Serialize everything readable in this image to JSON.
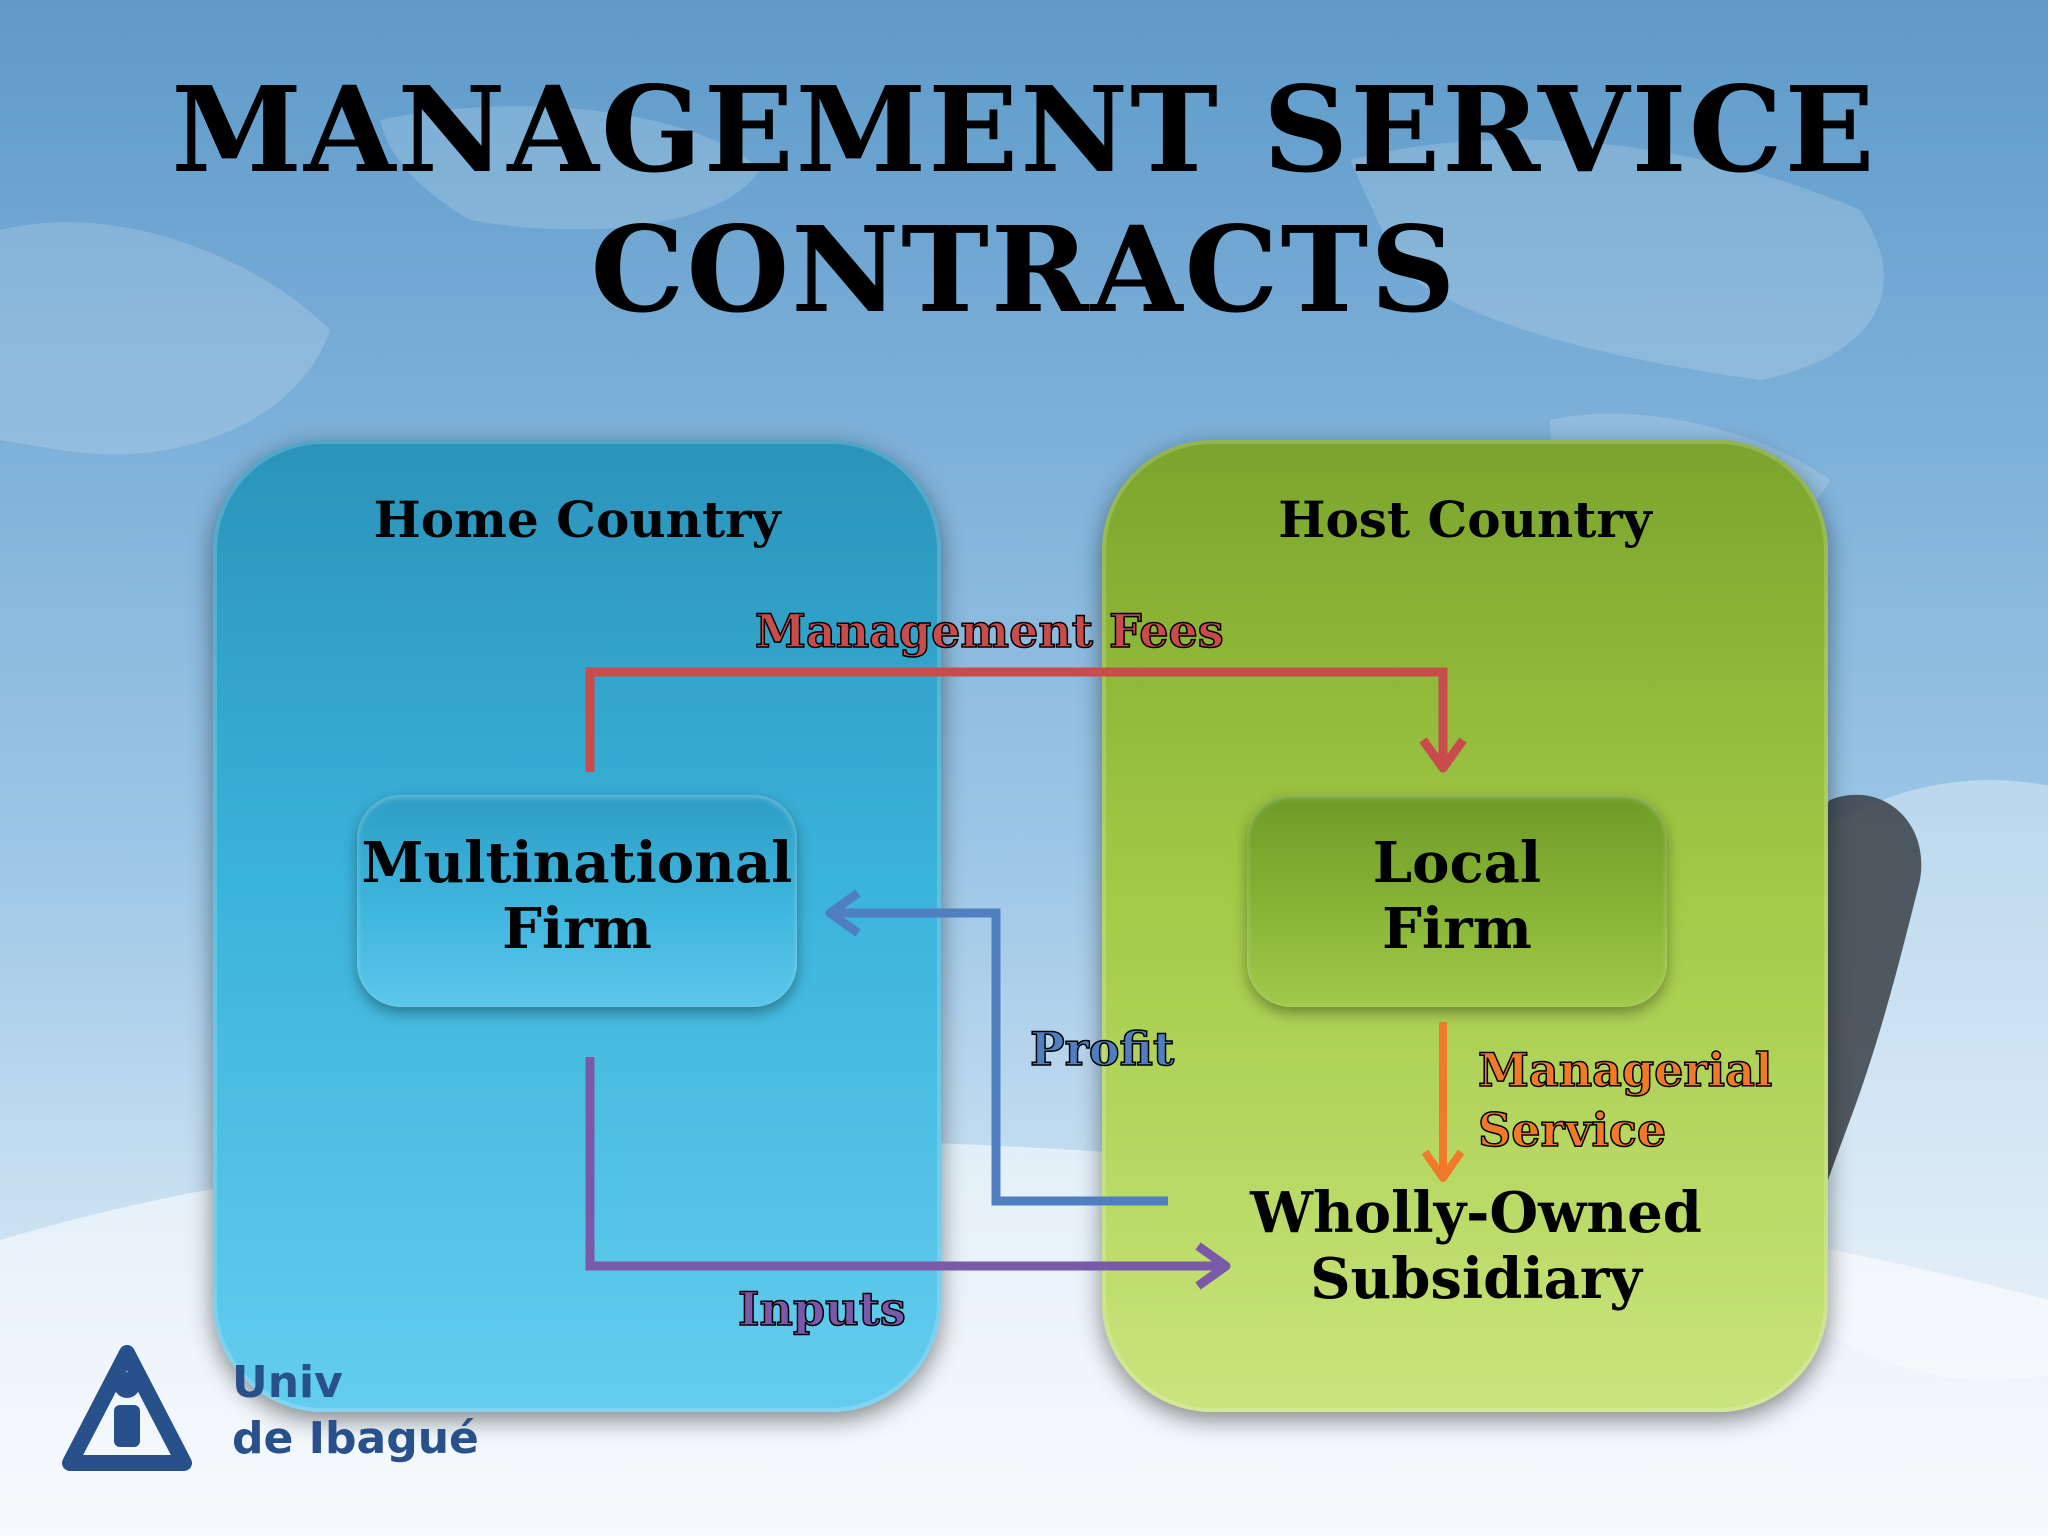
{
  "slide": {
    "title_line1": "MANAGEMENT SERVICE",
    "title_line2": "CONTRACTS"
  },
  "panels": {
    "home": {
      "heading": "Home Country",
      "firm": "Multinational\nFirm"
    },
    "host": {
      "heading": "Host Country",
      "firm": "Local\nFirm",
      "subsidiary": "Wholly-Owned\nSubsidiary"
    }
  },
  "flows": {
    "management_fees": {
      "label": "Management Fees",
      "color": "#c84c4c"
    },
    "profit": {
      "label": "Profit",
      "color": "#4f7fbf"
    },
    "inputs": {
      "label": "Inputs",
      "color": "#7a5aa8"
    },
    "managerial_service": {
      "label": "Managerial\nService",
      "color": "#f07a2a"
    }
  },
  "logo": {
    "line1": "Univ",
    "line2": "de Ibagué",
    "color": "#28508a"
  }
}
